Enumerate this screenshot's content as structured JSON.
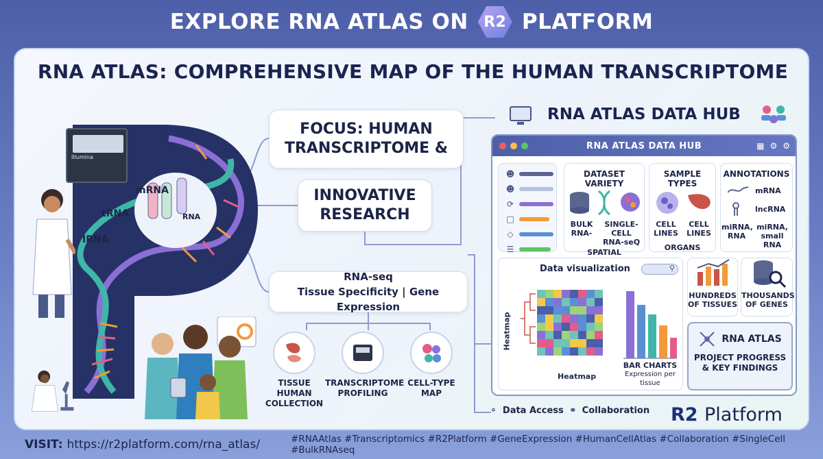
{
  "banner": {
    "prefix": "EXPLORE RNA ATLAS ON",
    "badge": "R2",
    "suffix": "PLATFORM"
  },
  "title": "RNA ATLAS: COMPREHENSIVE MAP OF THE HUMAN TRANSCRIPTOME",
  "illustration": {
    "sequencer_label": "Illumina",
    "rna_labels": [
      "mRNA",
      "tRNA",
      "IRNA",
      "RNA"
    ]
  },
  "focus": {
    "line1": "FOCUS: HUMAN",
    "line2": "TRANSCRIPTOME &"
  },
  "innovative": {
    "line1": "INNOVATIVE",
    "line2": "RESEARCH"
  },
  "rnaseq": {
    "line1": "RNA-seq",
    "line2": "Tissue Specificity | Gene Expression"
  },
  "sub_items": [
    {
      "line1": "TISSUE",
      "line2": "HUMAN",
      "line3": "COLLECTION"
    },
    {
      "line1": "TRANSCRIPTOME",
      "line2": "PROFILING",
      "line3": ""
    },
    {
      "line1": "CELL-TYPE",
      "line2": "MAP",
      "line3": ""
    }
  ],
  "hub": {
    "title": "RNA ATLAS DATA HUB",
    "window_title": "RNA ATLAS DATA HUB",
    "dataset_variety": {
      "title": "DATASET VARIETY",
      "bulk": "BULK RNA-",
      "single": "SINGLE-CELL RNA-seQ",
      "spatial": "SPATIAL TRANSCRIPTOMICS"
    },
    "sample_types": {
      "title": "SAMPLE TYPES",
      "cell_lines_1": "CELL LINES",
      "cell_lines_2": "CELL LINES",
      "organs": "ORGANS"
    },
    "annotations": {
      "title": "ANNOTATIONS",
      "mrna": "mRNA",
      "lncrna": "lncRNA",
      "mirna1": "miRNA, RNA",
      "mirna2": "miRNA, small RNA"
    },
    "viz": {
      "title": "Data visualization",
      "heatmap_axis": "Heatmap",
      "heatmap_bottom": "Heatmap",
      "bar_title": "BAR CHARTS",
      "bar_sub": "Expression per tissue"
    },
    "tissues": {
      "line1": "HUNDREDS",
      "line2": "OF TISSUES"
    },
    "genes": {
      "line1": "THOUSANDS",
      "line2": "OF GENES"
    },
    "progress": {
      "title": "RNA ATLAS",
      "line1": "PROJECT PROGRESS",
      "line2": "& KEY FINDINGS"
    }
  },
  "bottom_links": {
    "access": "Data Access",
    "collab": "Collaboration"
  },
  "brand": {
    "r2": "R2",
    "platform": "Platform"
  },
  "footer": {
    "visit_label": "VISIT:",
    "url": "https://r2platform.com/rna_atlas/",
    "hashtags": "#RNAAtlas #Transcriptomics #R2Platform #GeneExpression #HumanCellAtlas #Collaboration #SingleCell #BulkRNAseq"
  },
  "colors": {
    "navy": "#1b2450",
    "accent_purple": "#8b6fd6",
    "accent_teal": "#3fb6a8",
    "accent_orange": "#f29a3a"
  }
}
